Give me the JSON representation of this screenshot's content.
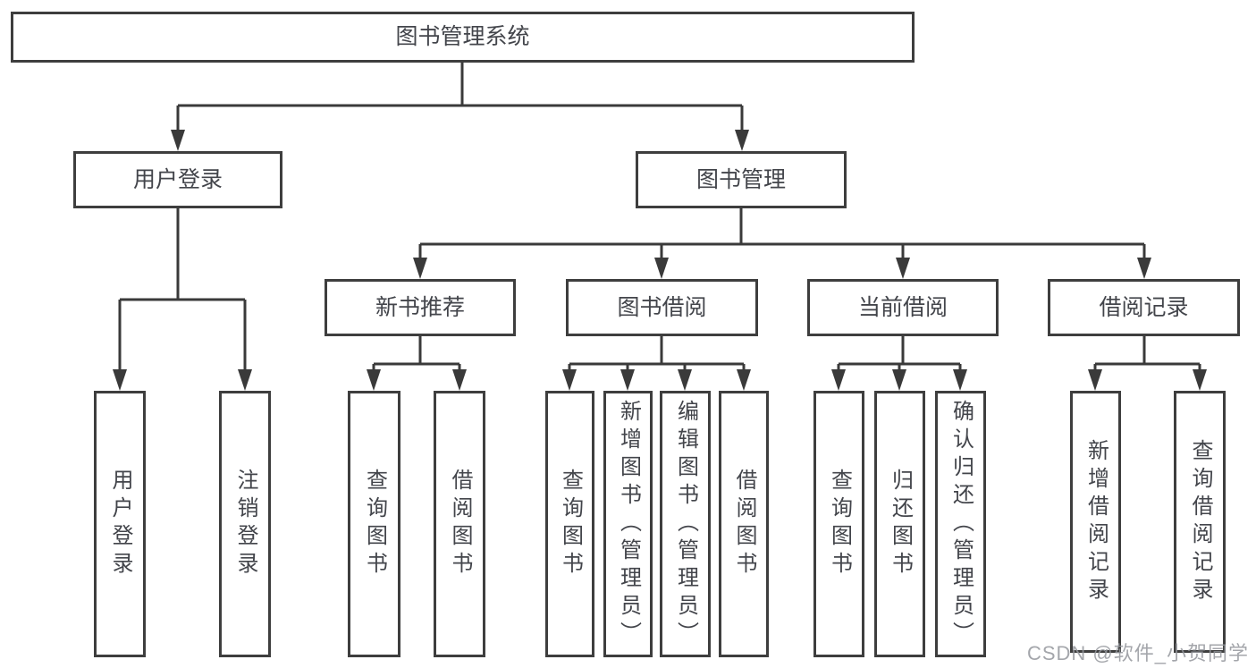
{
  "diagram": {
    "title": "图书管理系统",
    "colors": {
      "line": "#3a3a3a",
      "border": "#3e3e3e",
      "text": "#43454b",
      "background": "#ffffff",
      "watermark": "#94969c"
    },
    "root": {
      "label": "图书管理系统"
    },
    "branches": {
      "user_login": {
        "label": "用户登录",
        "children": [
          {
            "label": "用户登录"
          },
          {
            "label": "注销登录"
          }
        ]
      },
      "book_management": {
        "label": "图书管理",
        "children": [
          {
            "label": "新书推荐",
            "children": [
              {
                "label": "查询图书"
              },
              {
                "label": "借阅图书"
              }
            ]
          },
          {
            "label": "图书借阅",
            "children": [
              {
                "label": "查询图书"
              },
              {
                "label": "新增图书（管理员）"
              },
              {
                "label": "编辑图书（管理员）"
              },
              {
                "label": "借阅图书"
              }
            ]
          },
          {
            "label": "当前借阅",
            "children": [
              {
                "label": "查询图书"
              },
              {
                "label": "归还图书"
              },
              {
                "label": "确认归还（管理员）"
              }
            ]
          },
          {
            "label": "借阅记录",
            "children": [
              {
                "label": "新增借阅记录"
              },
              {
                "label": "查询借阅记录"
              }
            ]
          }
        ]
      }
    },
    "watermark": "CSDN @软件_小贺同学"
  }
}
